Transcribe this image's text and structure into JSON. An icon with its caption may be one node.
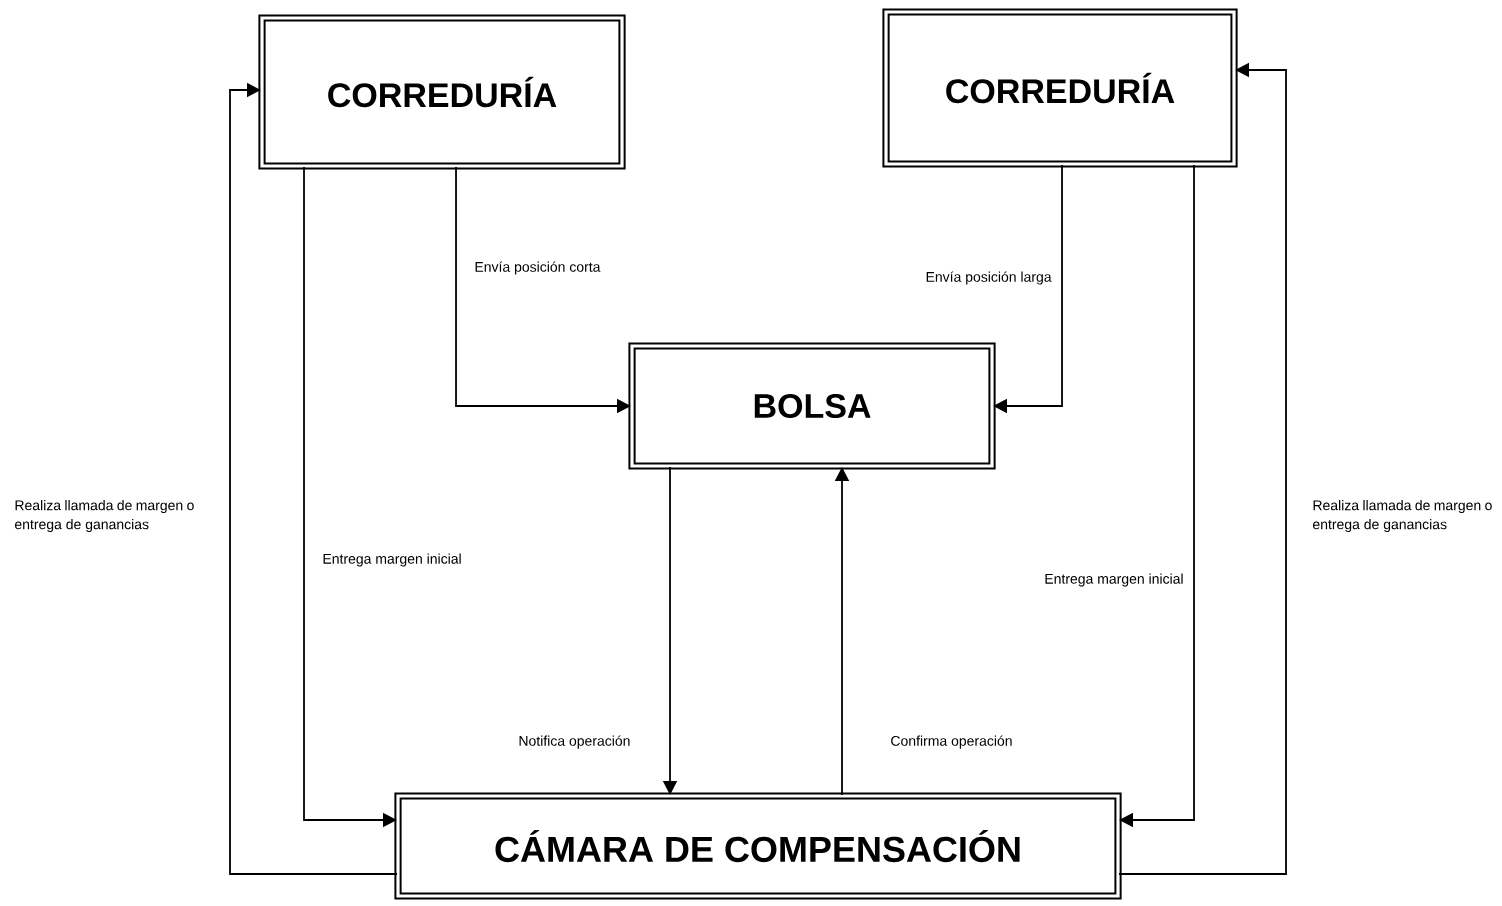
{
  "diagram": {
    "nodes": [
      {
        "text": [
          "CORREDURÍA"
        ]
      },
      {
        "text": [
          "CORREDURÍA"
        ]
      },
      {
        "text": [
          "BOLSA"
        ]
      },
      {
        "text": [
          "CÁMARA DE COMPENSACIÓN"
        ]
      }
    ],
    "edges": [
      {
        "from": 0,
        "to": 2,
        "arrow": "to",
        "label": "Envía posición corta"
      },
      {
        "from": 1,
        "to": 2,
        "arrow": "to",
        "label": "Envía posición larga"
      },
      {
        "from": 0,
        "to": 3,
        "arrow": "to",
        "label": "Entrega margen inicial"
      },
      {
        "from": 1,
        "to": 3,
        "arrow": "to",
        "label": "Entrega margen inicial"
      },
      {
        "from": 2,
        "to": 3,
        "arrow": "to",
        "label": "Notifica operación"
      },
      {
        "from": 3,
        "to": 2,
        "arrow": "to",
        "label": "Confirma operación"
      },
      {
        "from": 3,
        "to": 0,
        "arrow": "to",
        "label": "Realiza llamada de margen o entrega de ganancias"
      },
      {
        "from": 3,
        "to": 1,
        "arrow": "to",
        "label": "Realiza llamada de margen o entrega de ganancias"
      }
    ]
  }
}
